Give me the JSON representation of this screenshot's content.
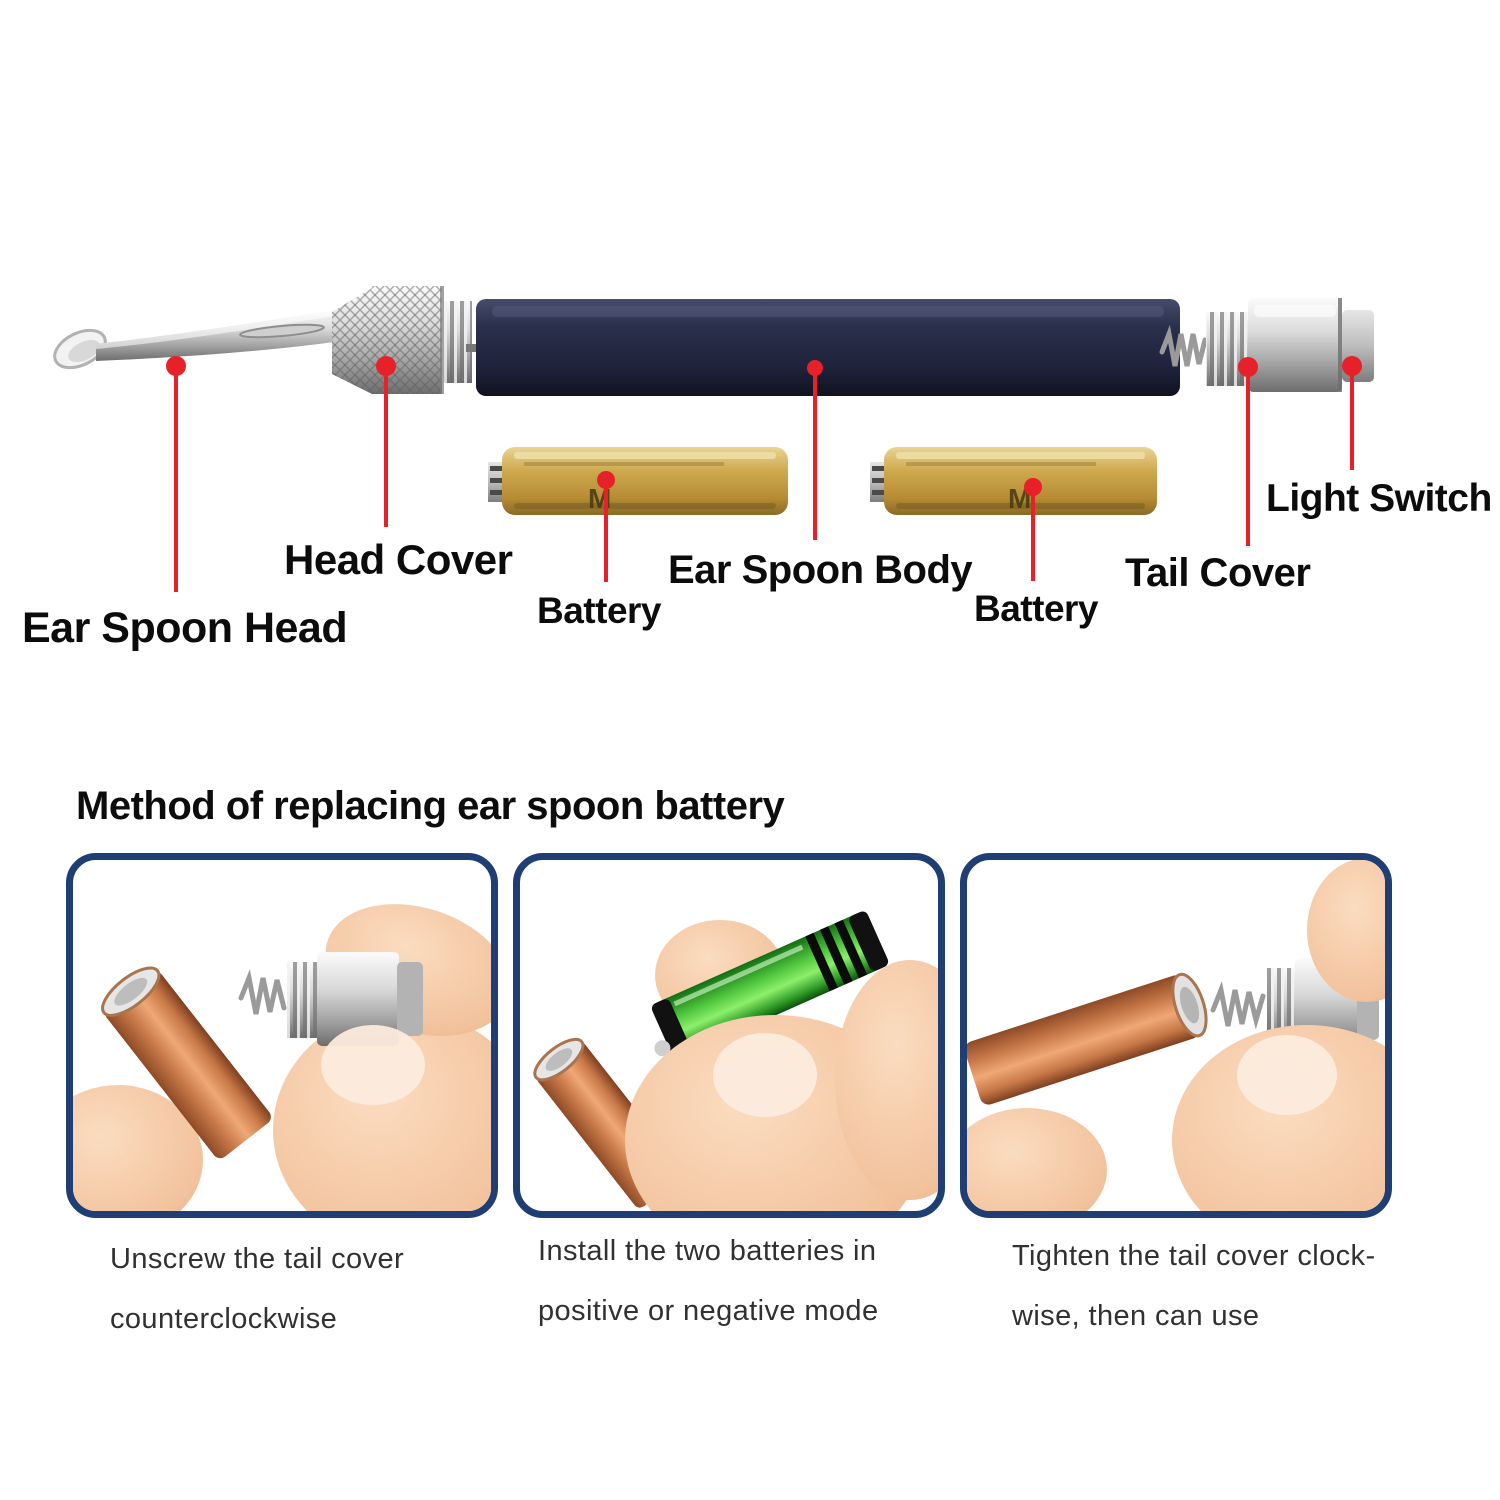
{
  "diagram": {
    "labels": {
      "ear_spoon_head": "Ear Spoon Head",
      "head_cover": "Head Cover",
      "battery_1": "Battery",
      "ear_spoon_body": "Ear Spoon Body",
      "battery_2": "Battery",
      "tail_cover": "Tail Cover",
      "light_switch": "Light Switch"
    },
    "battery_print": "M",
    "colors": {
      "pointer_red": "#e62129",
      "body_navy": "#262b45",
      "battery_gold": "#cfa94e",
      "metal_silver": "#d9d9d9",
      "panel_border_blue": "#1e3e74",
      "green_battery": "#4fc63e",
      "copper_body": "#c97a4a"
    }
  },
  "instructions": {
    "title": "Method of replacing ear spoon battery",
    "steps": [
      {
        "photo": "hand-holding-tail-cover-spring-beside-copper-body",
        "caption_line1": "Unscrew the tail cover",
        "caption_line2": "counterclockwise"
      },
      {
        "photo": "hand-holding-green-battery-over-copper-body",
        "caption_line1": "Install the two batteries in",
        "caption_line2": "positive or negative mode"
      },
      {
        "photo": "hand-screwing-tail-cover-onto-copper-body",
        "caption_line1": "Tighten the tail cover clock-",
        "caption_line2": "wise, then can use"
      }
    ]
  }
}
